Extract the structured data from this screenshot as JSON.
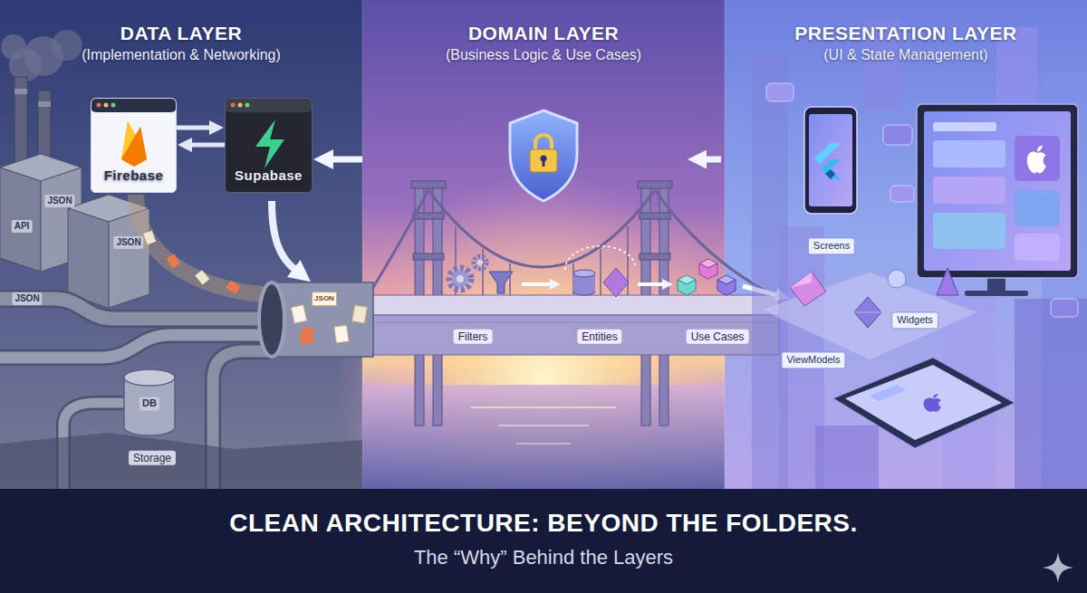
{
  "diagram": {
    "title": "CLEAN ARCHITECTURE: BEYOND THE FOLDERS.",
    "caption": "The “Why” Behind the Layers",
    "nodes": [
      {
        "text": [
          "DATA LAYER",
          "(Implementation & Networking)"
        ]
      },
      {
        "text": [
          "DOMAIN LAYER",
          "(Business Logic & Use Cases)"
        ]
      },
      {
        "text": [
          "PRESENTATION LAYER",
          "(UI & State Management)"
        ]
      },
      {
        "text": [
          "Firebase"
        ],
        "in": 0
      },
      {
        "text": [
          "Supabase"
        ],
        "in": 0
      }
    ],
    "edges": [
      {
        "from": 3,
        "to": 4,
        "arrow": "to"
      },
      {
        "from": 4,
        "to": 3,
        "arrow": "to"
      },
      {
        "from": 1,
        "to": 4,
        "arrow": "to"
      }
    ],
    "labels": [
      "JSON",
      "JSON",
      "API",
      "JSON",
      "JSON",
      "DB",
      "Storage",
      "Filters",
      "Entities",
      "Use Cases",
      "Screens",
      "Widgets",
      "ViewModels"
    ]
  }
}
